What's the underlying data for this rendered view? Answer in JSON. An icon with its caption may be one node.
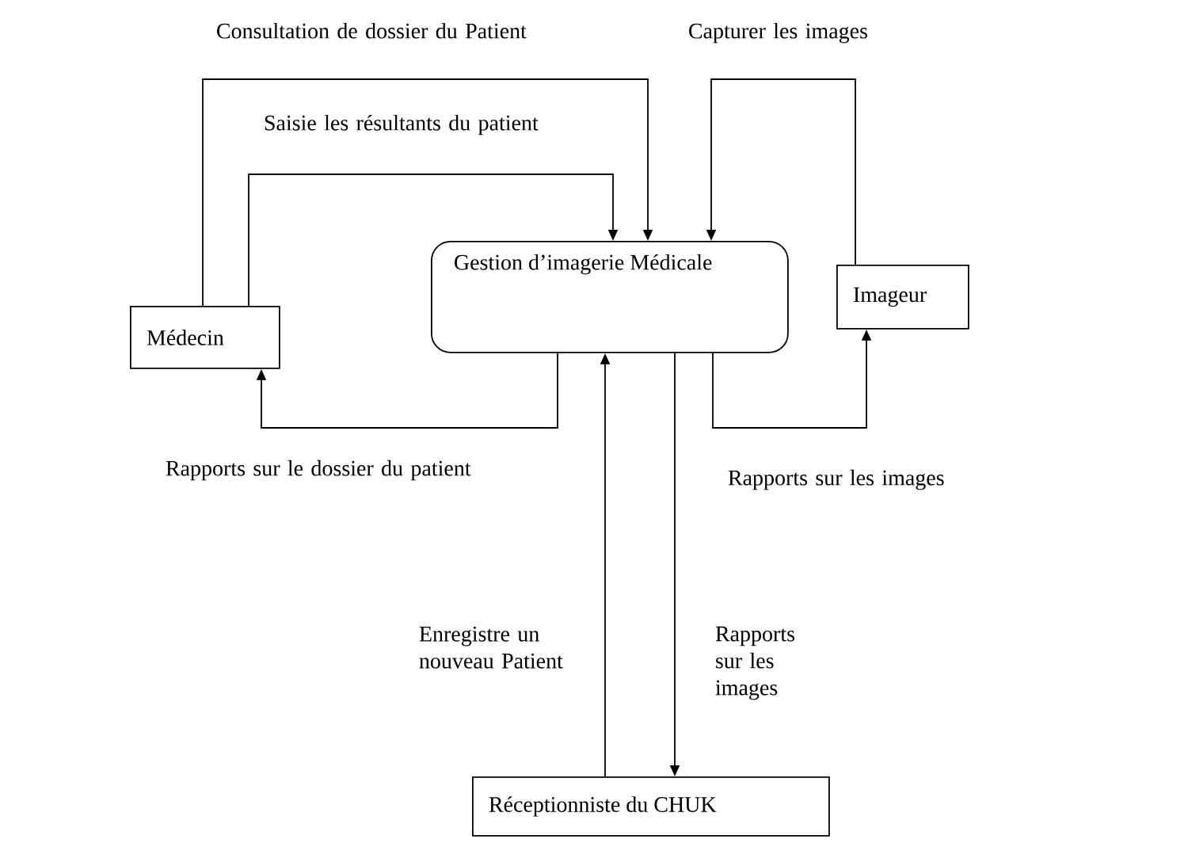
{
  "diagram": {
    "nodes": [
      {
        "text": [
          "Médecin"
        ]
      },
      {
        "text": [
          "Gestion d’imagerie Médicale"
        ]
      },
      {
        "text": [
          "Imageur"
        ]
      },
      {
        "text": [
          "Réceptionniste du CHUK"
        ]
      }
    ],
    "edges": [
      {
        "from": 0,
        "to": 1,
        "arrow": "to",
        "label": "Consultation de dossier du Patient"
      },
      {
        "from": 0,
        "to": 1,
        "arrow": "to",
        "label": "Saisie les résultants du patient"
      },
      {
        "from": 2,
        "to": 1,
        "arrow": "to",
        "label": "Capturer les images"
      },
      {
        "from": 1,
        "to": 0,
        "arrow": "to",
        "label": "Rapports sur le dossier du patient"
      },
      {
        "from": 1,
        "to": 2,
        "arrow": "to",
        "label": "Rapports sur les images"
      },
      {
        "from": 3,
        "to": 1,
        "arrow": "to",
        "label": "Enregistre un nouveau Patient"
      },
      {
        "from": 1,
        "to": 3,
        "arrow": "to",
        "label": "Rapports sur les images"
      }
    ]
  }
}
